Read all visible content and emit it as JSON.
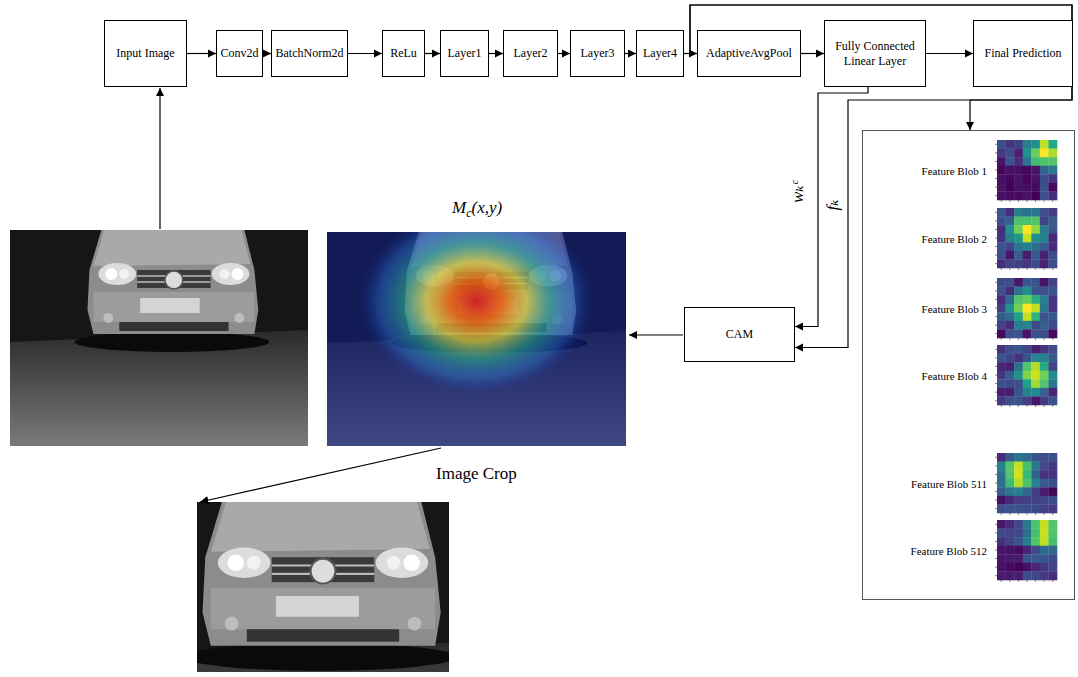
{
  "diagram": {
    "nodes": [
      {
        "text": [
          "Input Image"
        ]
      },
      {
        "text": [
          "Conv2d"
        ]
      },
      {
        "text": [
          "BatchNorm2d"
        ]
      },
      {
        "text": [
          "ReLu"
        ]
      },
      {
        "text": [
          "Layer1"
        ]
      },
      {
        "text": [
          "Layer2"
        ]
      },
      {
        "text": [
          "Layer3"
        ]
      },
      {
        "text": [
          "Layer4"
        ]
      },
      {
        "text": [
          "AdaptiveAvgPool"
        ]
      },
      {
        "text": [
          "Fully Connected Linear Layer"
        ]
      },
      {
        "text": [
          "Final Prediction"
        ]
      },
      {
        "text": [
          "Feature Blob 1",
          "Feature Blob 2",
          "Feature Blob 3",
          "Feature Blob 4",
          "Feature Blob 511",
          "Feature Blob 512"
        ]
      },
      {
        "text": [
          "CAM"
        ]
      }
    ],
    "edges": [
      {
        "from": 0,
        "to": 1,
        "arrow": "to"
      },
      {
        "from": 1,
        "to": 2,
        "arrow": "to"
      },
      {
        "from": 2,
        "to": 3,
        "arrow": "to"
      },
      {
        "from": 3,
        "to": 4,
        "arrow": "to"
      },
      {
        "from": 4,
        "to": 5,
        "arrow": "to"
      },
      {
        "from": 5,
        "to": 6,
        "arrow": "to"
      },
      {
        "from": 6,
        "to": 7,
        "arrow": "to"
      },
      {
        "from": 7,
        "to": 8,
        "arrow": "to"
      },
      {
        "from": 8,
        "to": 9,
        "arrow": "to"
      },
      {
        "from": 9,
        "to": 10,
        "arrow": "to"
      },
      {
        "from": 7,
        "to": 11,
        "arrow": "to"
      },
      {
        "from": 9,
        "to": 12,
        "label": "wₖᶜ",
        "arrow": "to"
      },
      {
        "from": 7,
        "to": 12,
        "label": "fₖ",
        "arrow": "to"
      }
    ],
    "labels": [
      "M",
      "c",
      "(x,y)",
      "Image Crop"
    ]
  }
}
